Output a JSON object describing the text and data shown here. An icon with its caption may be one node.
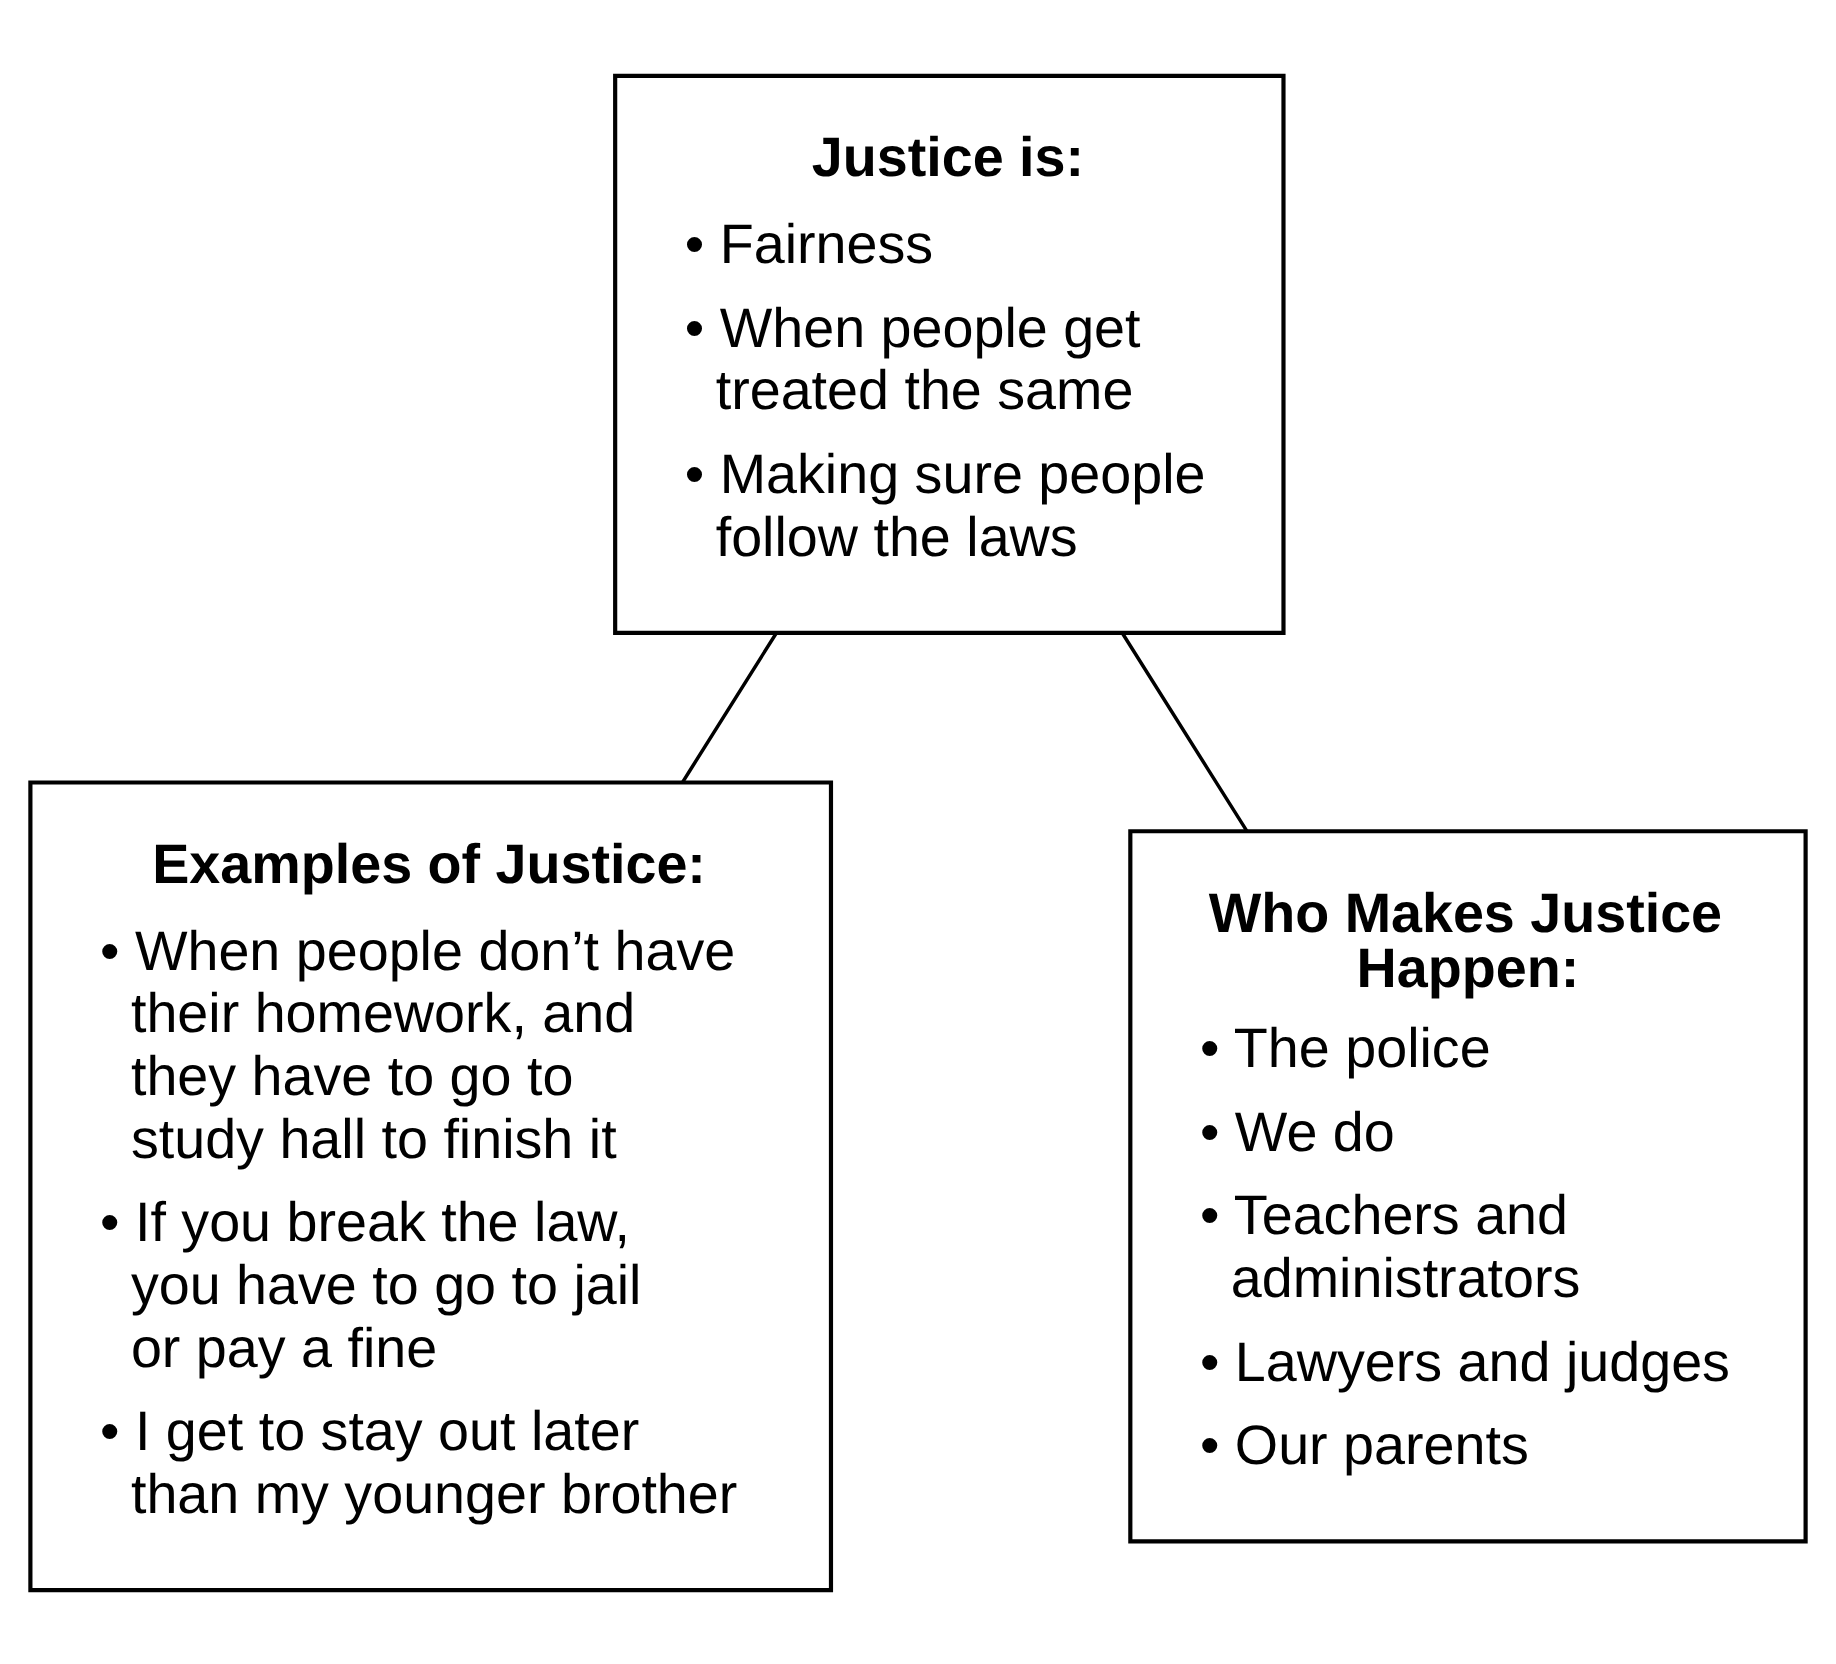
{
  "diagram": {
    "nodes": [
      {
        "text": [
          "Justice is:",
          "• Fairness",
          "• When people get treated the same",
          "• Making sure people follow the laws"
        ]
      },
      {
        "text": [
          "Examples of Justice:",
          "• When people don’t have their homework, and they have to go to study hall to finish it",
          "• If you break the law, you have to go to jail or pay a fine",
          "• I get to stay out later than my younger brother"
        ]
      },
      {
        "text": [
          "Who Makes Justice Happen:",
          "• The police",
          "• We do",
          "• Teachers and administrators",
          "• Lawyers and judges",
          "• Our parents"
        ]
      }
    ],
    "edges": [
      {
        "from": 0,
        "to": 1,
        "arrow": "none"
      },
      {
        "from": 0,
        "to": 2,
        "arrow": "none"
      }
    ]
  }
}
